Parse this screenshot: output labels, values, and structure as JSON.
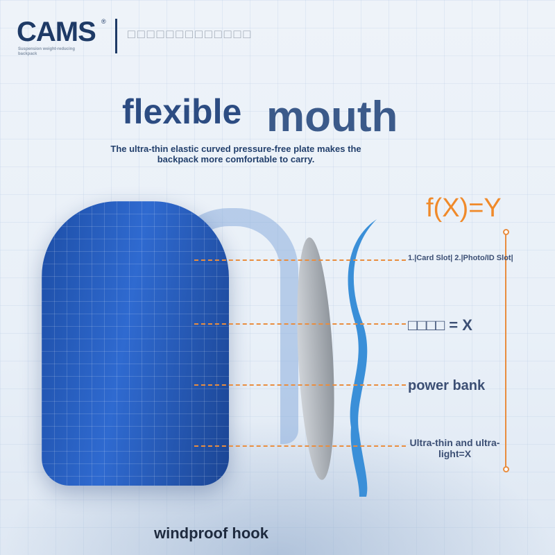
{
  "brand": {
    "logo": "CAMS",
    "registered": "®",
    "subtitle": "Suspension weight-reducing backpack",
    "tagline": "□□□□□□□□□□□□□"
  },
  "headline": {
    "part1": "flexible",
    "part2": "mouth",
    "description": "The ultra-thin elastic curved pressure-free plate makes the backpack more comfortable to carry."
  },
  "formula": "f(X)=Y",
  "callouts": [
    {
      "text": "1.|Card Slot| 2.|Photo/ID Slot|"
    },
    {
      "text": "□□□□  = X"
    },
    {
      "text": "power bank"
    },
    {
      "text": "Ultra-thin and ultra-light=X"
    }
  ],
  "footer": "windproof hook",
  "colors": {
    "accent": "#e98d3e",
    "brand": "#1e3a66",
    "product": "#2f6ad0"
  }
}
